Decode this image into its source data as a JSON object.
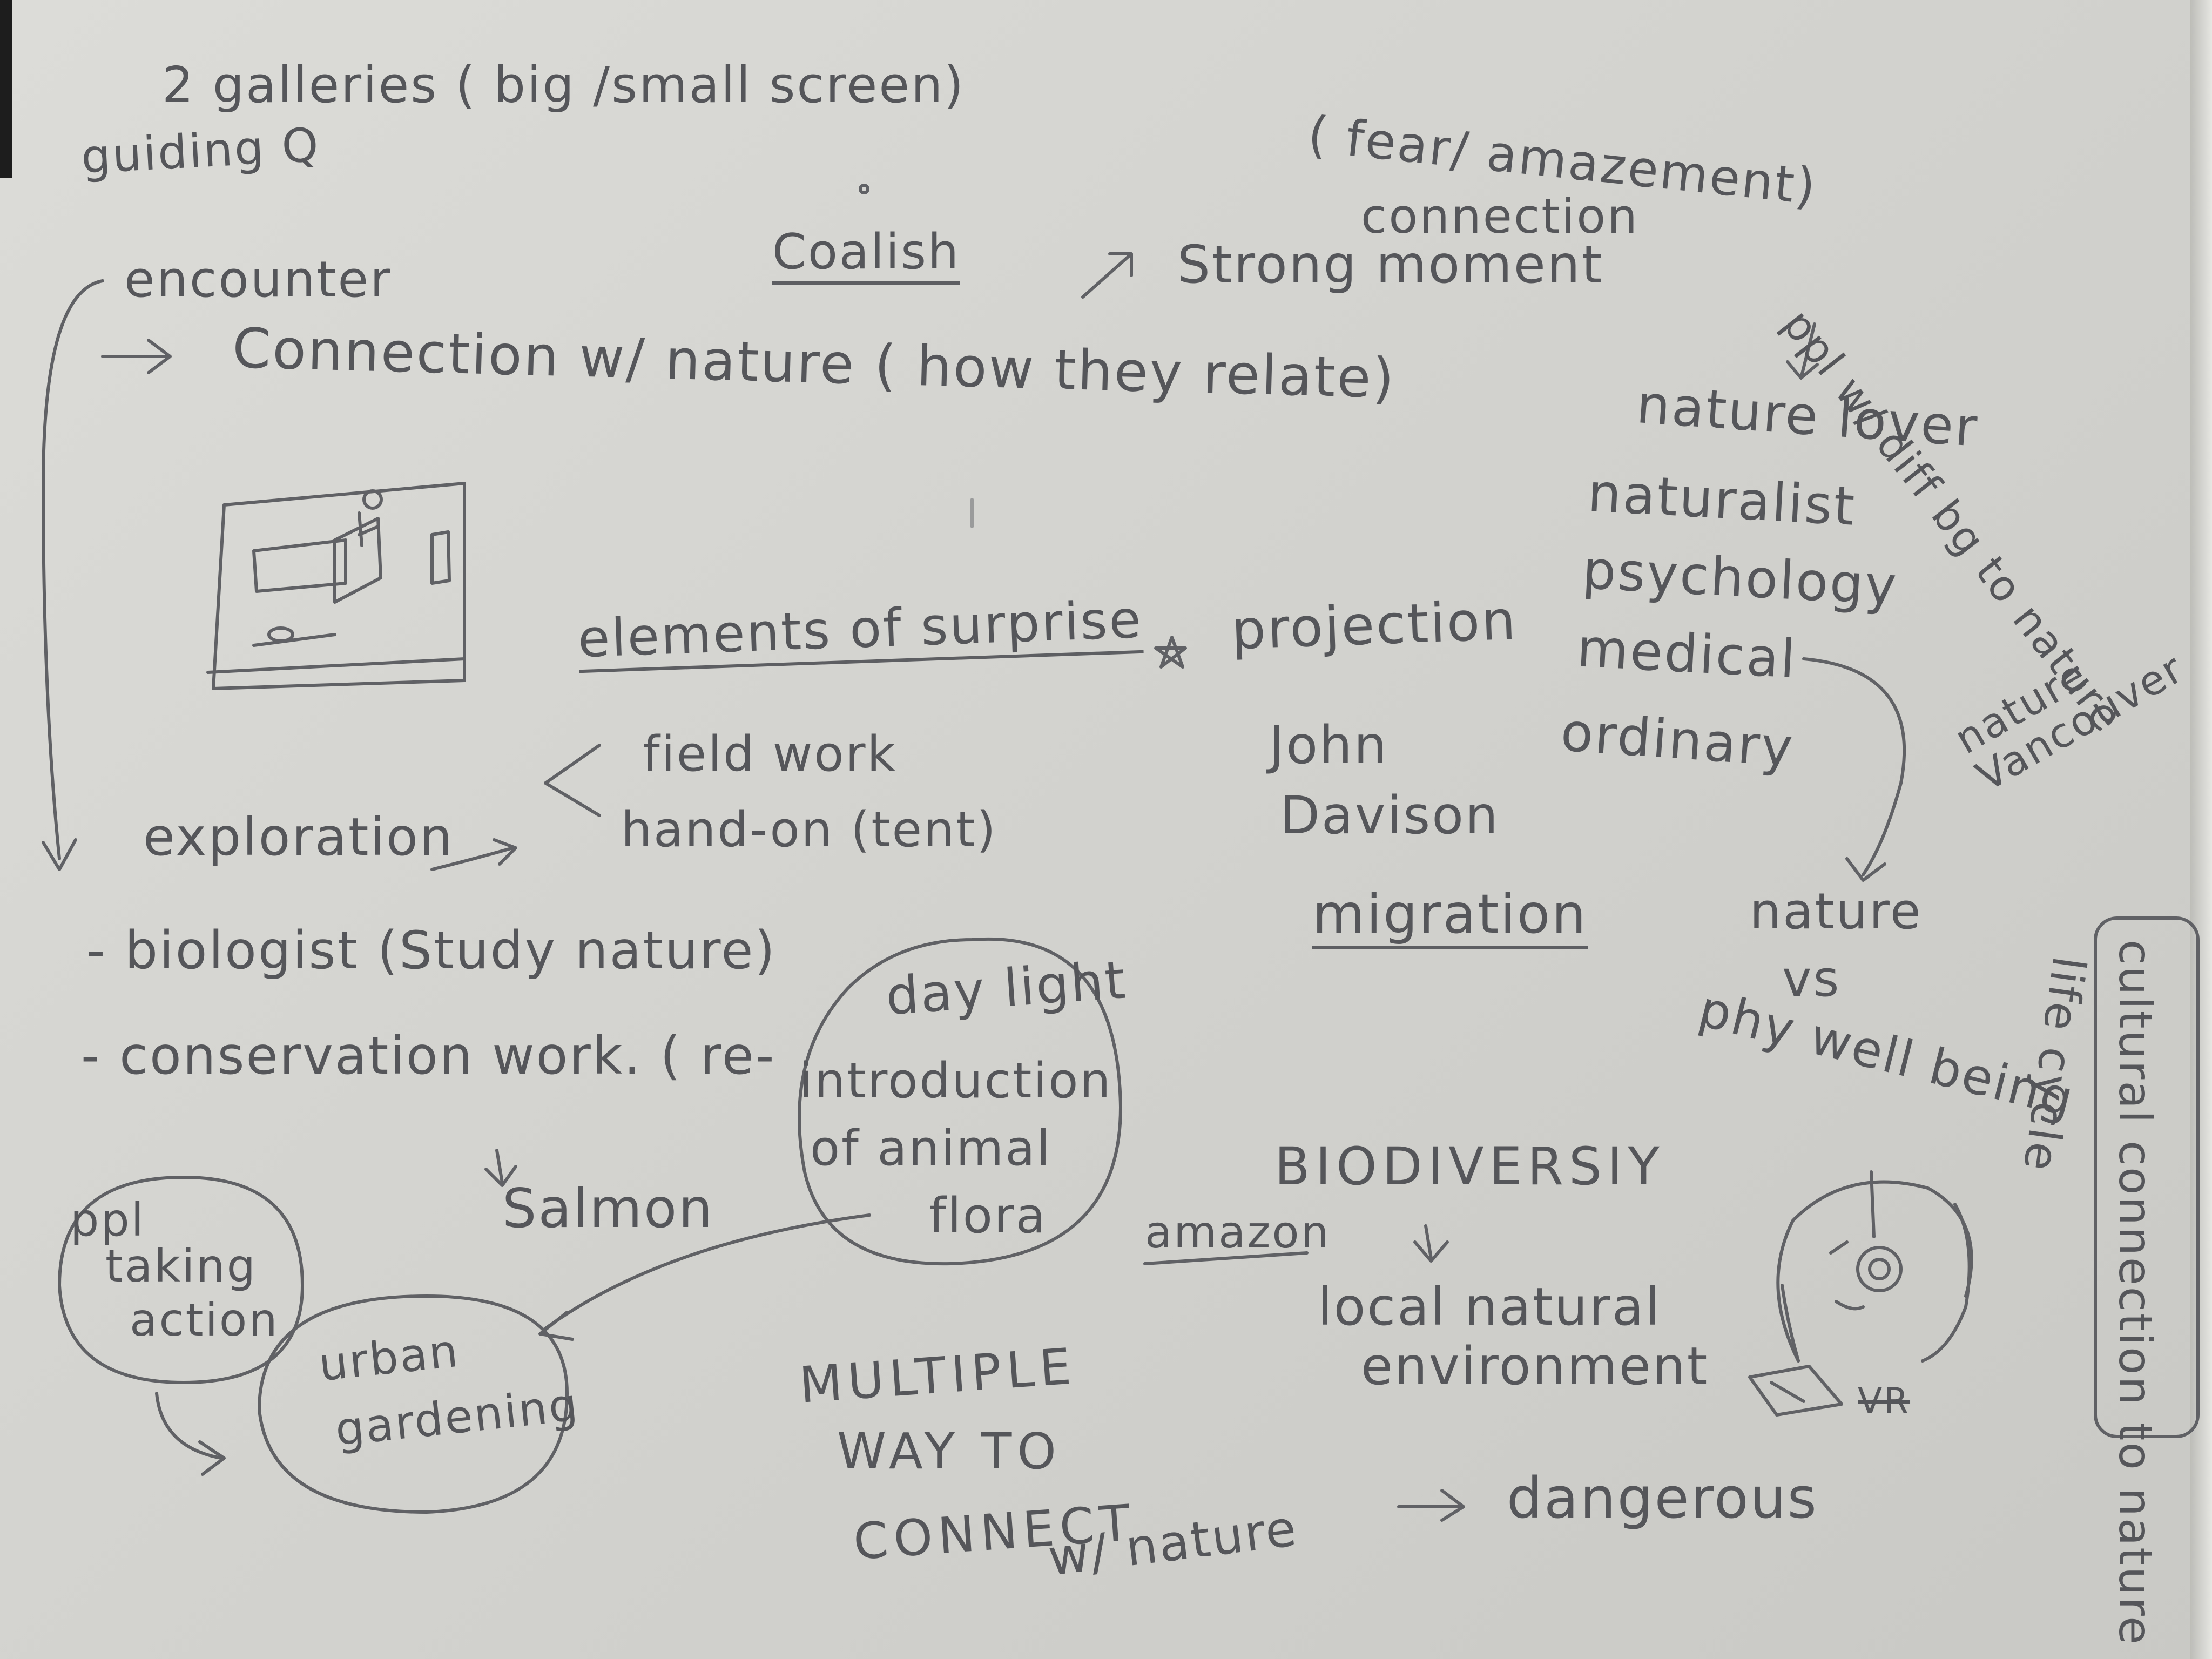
{
  "notes": {
    "galleries": "2 galleries ( big /small screen)",
    "guiding": "guiding Q",
    "fear": "( fear/ amazement)",
    "connection_top": "connection",
    "coalish": "Coalish",
    "strong_moment": "Strong moment",
    "encounter": "encounter",
    "connection_nature": "Connection w/ nature ( how they relate)",
    "ppl_diff": "ppl w/ diff bg to nature",
    "nature_lover": "nature lover",
    "naturalist": "naturalist",
    "psychology": "psychology",
    "medical": "medical",
    "ordinary": "ordinary",
    "nature_vancouver": "nature Vancouver",
    "elements": "elements of surprise",
    "projection": "projection",
    "field_work": "field work",
    "hand_on": "hand-on (tent)",
    "john": "John",
    "davison": "Davison",
    "exploration": "exploration",
    "migration": "migration",
    "nature_vs_1": "nature",
    "nature_vs_2": "vs",
    "phy_wellbeing": "phy well being",
    "cultural": "cultural connection to nature",
    "life_cycle": "life cycle",
    "biologist": "- biologist (Study nature)",
    "daylight": "day light",
    "conservation": "- conservation work. ( re-",
    "reintro_1": "introduction",
    "reintro_2": "of animal",
    "reintro_3": "flora",
    "salmon": "Salmon",
    "biodiversity": "BIODIVERSIY",
    "amazon": "amazon",
    "local_1": "local natural",
    "local_2": "environment",
    "ppl_action_1": "ppl",
    "ppl_action_2": "taking",
    "ppl_action_3": "action",
    "urban_1": "urban",
    "urban_2": "gardening",
    "multiple_1": "MULTIPLE",
    "multiple_2": "WAY TO",
    "multiple_3": "CONNECT",
    "w_nature": "w/ nature",
    "dangerous": "dangerous",
    "vr": "VR"
  },
  "colors": {
    "paper": "#d6d6d2",
    "pencil": "#55565a"
  }
}
